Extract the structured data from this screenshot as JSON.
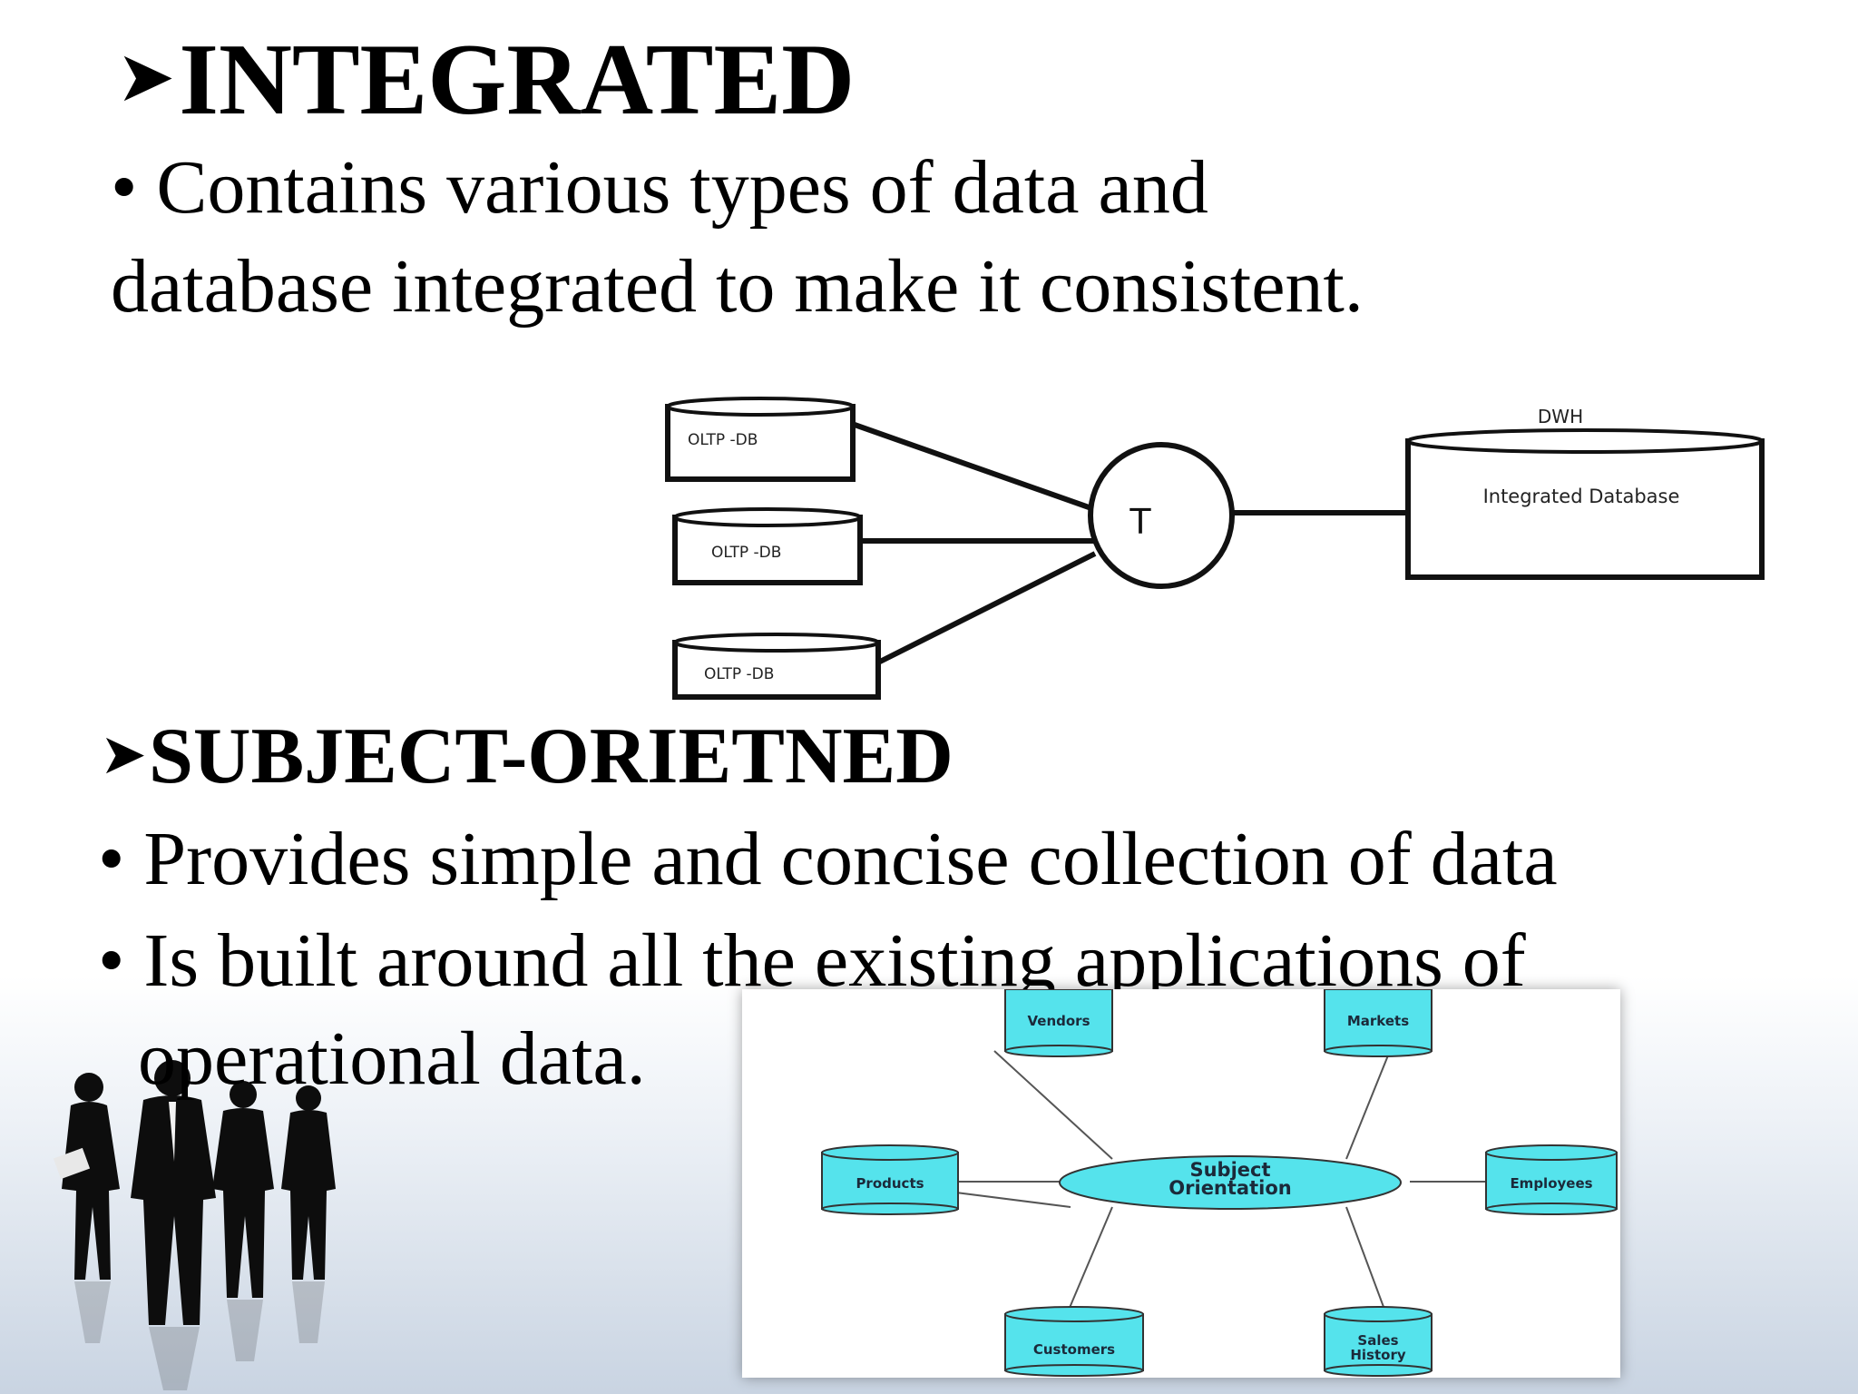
{
  "integrated": {
    "heading": "INTEGRATED",
    "line1": "• Contains various types of data and",
    "line2": "database  integrated to make it consistent."
  },
  "diagram1": {
    "sources": [
      "OLTP -DB",
      "OLTP -DB",
      "OLTP -DB"
    ],
    "transform_label": "T",
    "target_title": "DWH",
    "target_label": "Integrated Database"
  },
  "subject": {
    "heading": "SUBJECT-ORIETNED",
    "line1": "• Provides simple and concise collection of data",
    "line2": "•  Is built around all the existing applications of",
    "line3": "operational data."
  },
  "diagram2": {
    "center_line1": "Subject",
    "center_line2": "Orientation",
    "nodes": {
      "vendors": "Vendors",
      "markets": "Markets",
      "products": "Products",
      "employees": "Employees",
      "customers": "Customers",
      "sales_line1": "Sales",
      "sales_line2": "History"
    },
    "node_color": "#55e3ec"
  }
}
